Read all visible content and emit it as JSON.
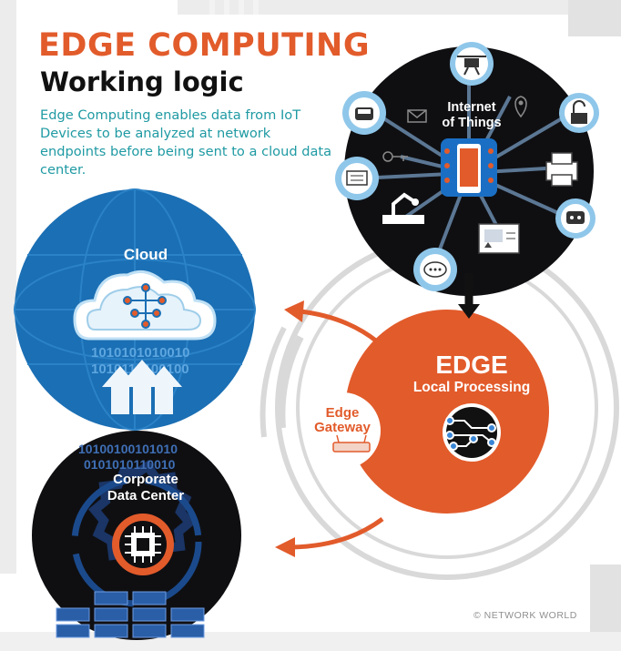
{
  "header": {
    "title": "EDGE COMPUTING",
    "subtitle": "Working logic",
    "description": "Edge Computing enables data from IoT Devices to be analyzed at network endpoints before being sent to a cloud data center."
  },
  "nodes": {
    "iot": {
      "line1": "Internet",
      "line2": "of Things"
    },
    "cloud": {
      "label": "Cloud",
      "binary1": "1010101010010",
      "binary2": "1010110100100"
    },
    "edge": {
      "title": "EDGE",
      "subtitle": "Local Processing"
    },
    "gateway": {
      "line1": "Edge",
      "line2": "Gateway"
    },
    "datacenter": {
      "line1": "Corporate",
      "line2": "Data Center",
      "binary1": "10100100101010",
      "binary2": "0101010110010"
    }
  },
  "footer": {
    "copyright": "© NETWORK WORLD"
  },
  "colors": {
    "orange": "#e25b2b",
    "teal": "#1f9aa3",
    "blue": "#1b6fb4",
    "navy": "#0d1b3d",
    "black": "#111111",
    "light_blue": "#8fc7ea"
  },
  "icons": [
    "drone-icon",
    "envelope-icon",
    "location-pin-icon",
    "printer-icon",
    "lock-icon",
    "robot-icon",
    "media-icon",
    "chat-icon",
    "robot-arm-icon",
    "monitor-icon",
    "key-icon",
    "autonomous-car-icon",
    "smartphone-icon",
    "cloud-icon",
    "circuit-icon",
    "router-icon",
    "chip-icon",
    "server-icon",
    "upload-arrows-icon"
  ]
}
